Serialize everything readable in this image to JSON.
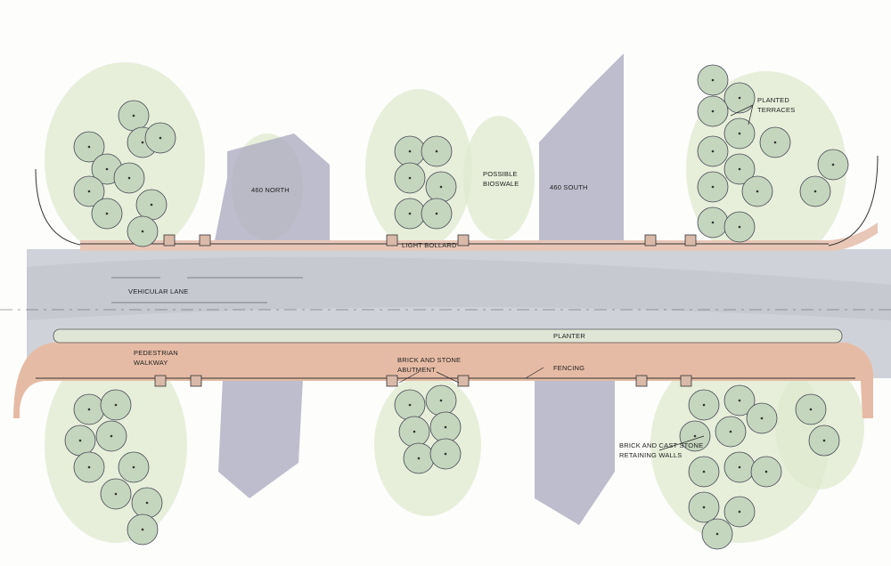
{
  "labels": {
    "north": "460 NORTH",
    "south": "460 SOUTH",
    "bioswale": "POSSIBLE\nBIOSWALE",
    "bollard": "LIGHT BOLLARD",
    "vehicular": "VEHICULAR LANE",
    "planter": "PLANTER",
    "walkway": "PEDESTRIAN\nWALKWAY",
    "abutment": "BRICK AND STONE\nABUTMENT",
    "fencing": "FENCING",
    "terraces": "PLANTED\nTERRACES",
    "walls": "BRICK AND CAST STONE\nRETAINING WALLS"
  },
  "colors": {
    "road": "#c9ccd3",
    "walkway": "#e9c2ae",
    "overpass": "#a9a9bd",
    "greenery": "#dfe9cf",
    "tree": "#c4d6bd"
  }
}
